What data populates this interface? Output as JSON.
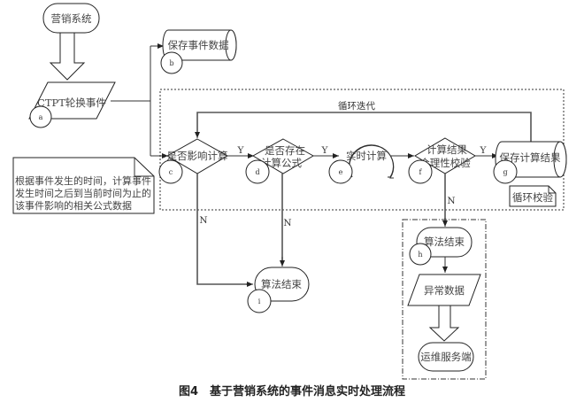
{
  "diagram": {
    "nodes": {
      "marketing_system": "营销系统",
      "ctpt_event": "CTPT轮换事件",
      "save_event_data": "保存事件数据",
      "affect_calc": "是否影响计算",
      "formula_exists_1": "是否存在",
      "formula_exists_2": "计算公式",
      "realtime_calc": "实时计算",
      "result_check_1": "计算结果",
      "result_check_2": "合理性校验",
      "save_calc_result": "保存计算结果",
      "algo_end_i": "算法结束",
      "algo_end_h": "算法结束",
      "abnormal_data": "异常数据",
      "ops_server": "运维服务端"
    },
    "markers": {
      "a": "a",
      "b": "b",
      "c": "c",
      "d": "d",
      "e": "e",
      "f": "f",
      "g": "g",
      "h": "h",
      "i": "i"
    },
    "edge_labels": {
      "yes": "Y",
      "no": "N"
    },
    "loop_label": "循环迭代",
    "loop_check_note": "循环校验",
    "note_lines": [
      "根据事件发生的时间，计算事件",
      "发生时间之后到当前时间为止的",
      "该事件影响的相关公式数据"
    ],
    "caption": "图4　基于营销系统的事件消息实时处理流程"
  }
}
